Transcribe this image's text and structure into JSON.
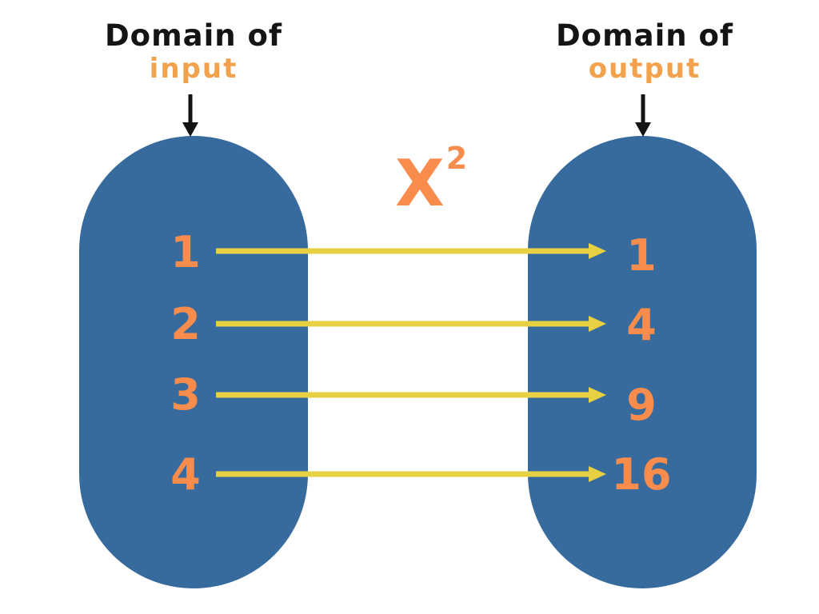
{
  "diagram": {
    "left_domain": {
      "title": "Domain of",
      "subtitle": "input"
    },
    "right_domain": {
      "title": "Domain of",
      "subtitle": "output"
    },
    "function_label": {
      "base": "X",
      "exponent": "2"
    },
    "mappings": [
      {
        "input": "1",
        "output": "1"
      },
      {
        "input": "2",
        "output": "4"
      },
      {
        "input": "3",
        "output": "9"
      },
      {
        "input": "4",
        "output": "16"
      }
    ]
  },
  "icons": {
    "down_arrow": "pointer-to-set-arrow",
    "map_arrow": "input-to-output-arrow"
  },
  "colors": {
    "set_fill_blue": "#376B9E",
    "number_orange": "#F78C4D",
    "label_orange": "#F2A24D",
    "arrow_yellow": "#E8D043",
    "text_black": "#141414",
    "background": "#FFFFFF"
  }
}
